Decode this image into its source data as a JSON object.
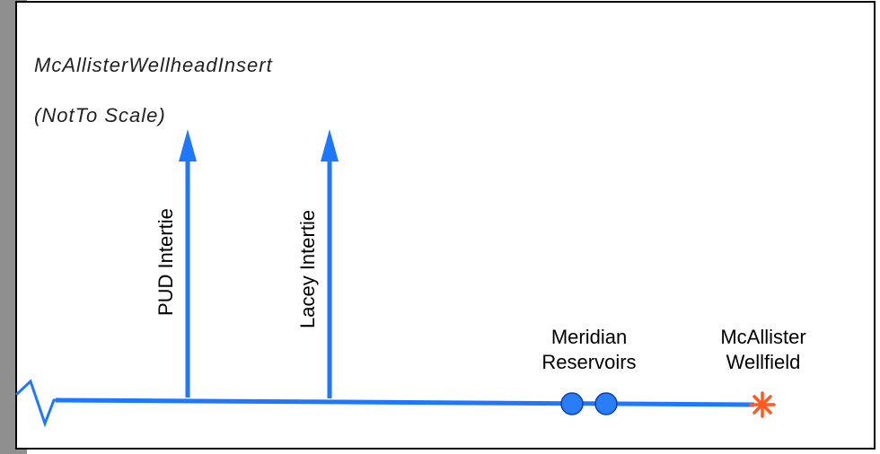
{
  "diagram": {
    "title": "McAllisterWellheadInsert",
    "subtitle": "(NotTo Scale)",
    "interties": [
      {
        "label": "PUD Intertie"
      },
      {
        "label": "Lacey Intertie"
      }
    ],
    "facilities": [
      {
        "line1": "Meridian",
        "line2": "Reservoirs"
      },
      {
        "line1": "McAllister",
        "line2": "Wellfield"
      }
    ],
    "colors": {
      "pipeline": "#1e78ff",
      "reservoir_fill": "#2a7ef5",
      "reservoir_stroke": "#0b3fb0",
      "wellfield": "#ff5a1f",
      "border": "#000000",
      "background_strip": "#8f8f8f"
    },
    "icons": {
      "break": "break-line-icon",
      "reservoir": "reservoir-dot-icon",
      "wellfield": "wellfield-star-icon"
    }
  }
}
